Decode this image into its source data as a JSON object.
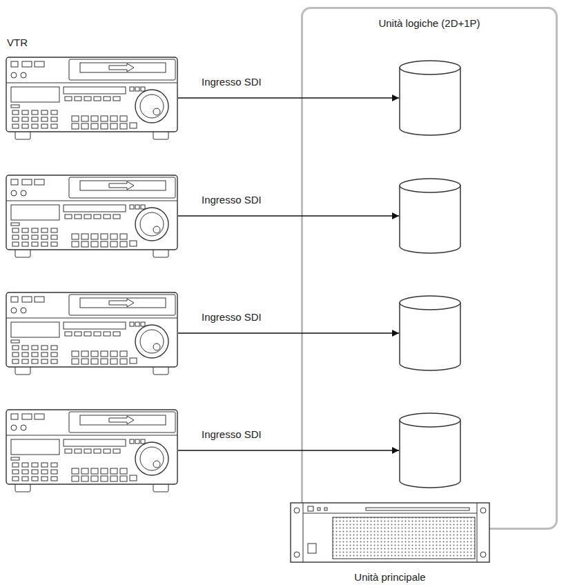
{
  "diagram": {
    "nodes": [
      {
        "text": [
          "Unità logiche (2D+1P)"
        ]
      },
      {
        "text": [],
        "in": 0
      },
      {
        "text": [],
        "in": 0
      },
      {
        "text": [],
        "in": 0
      },
      {
        "text": [],
        "in": 0
      },
      {
        "text": [
          "VTR"
        ]
      },
      {
        "text": []
      },
      {
        "text": []
      },
      {
        "text": []
      },
      {
        "text": [
          "Unità principale"
        ]
      }
    ],
    "edges": [
      {
        "from": 5,
        "to": 1,
        "arrow": "to",
        "label": "Ingresso SDI"
      },
      {
        "from": 6,
        "to": 2,
        "arrow": "to",
        "label": "Ingresso SDI"
      },
      {
        "from": 7,
        "to": 3,
        "arrow": "to",
        "label": "Ingresso SDI"
      },
      {
        "from": 8,
        "to": 4,
        "arrow": "to",
        "label": "Ingresso SDI"
      }
    ]
  }
}
